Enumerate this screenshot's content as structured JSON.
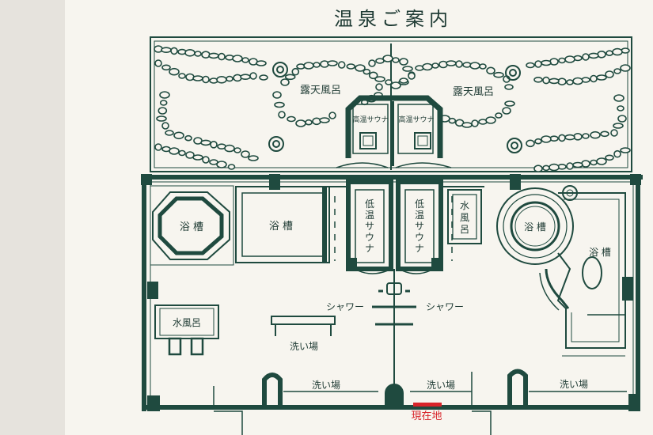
{
  "title": "温泉ご案内",
  "labels": {
    "rotenburo_left": "露天風呂",
    "rotenburo_right": "露天風呂",
    "kouon_sauna_left": "高温サウナ",
    "kouon_sauna_right": "高温サウナ",
    "yokusou_octagon": "浴 槽",
    "yokusou_rect": "浴 槽",
    "teion_sauna_left": [
      "低",
      "温",
      "サ",
      "ウ",
      "ナ"
    ],
    "teion_sauna_right": [
      "低",
      "温",
      "サ",
      "ウ",
      "ナ"
    ],
    "mizuburo_small": [
      "水",
      "風",
      "呂"
    ],
    "yokusou_round": "浴 槽",
    "yokusou_right": "浴 槽",
    "mizuburo_left": "水風呂",
    "shower_left": "シャワー",
    "shower_right": "シャワー",
    "araiba_center": "洗い場",
    "araiba_bottom_left": "洗い場",
    "araiba_bottom_mid": "洗い場",
    "araiba_bottom_right": "洗い場",
    "current_location": "現在地"
  },
  "colors": {
    "line": "#1f4a3f",
    "paper": "#f7f5ef",
    "marker": "#d8242a",
    "marker_text": "#d8242a"
  }
}
